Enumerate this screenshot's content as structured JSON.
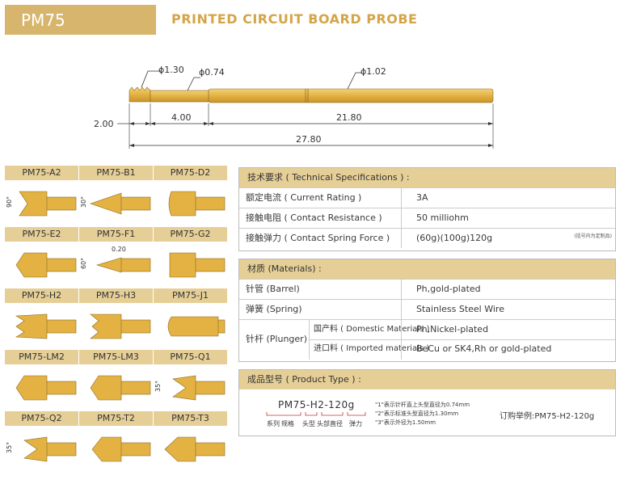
{
  "header": {
    "model": "PM75",
    "title": "PRINTED CIRCUIT BOARD  PROBE"
  },
  "dimensions": {
    "d1": "ϕ1.30",
    "d2": "ϕ0.74",
    "d3": "ϕ1.02",
    "l1": "2.00",
    "l2": "4.00",
    "l3": "21.80",
    "l4": "27.80"
  },
  "tips": [
    {
      "name": "PM75-A2",
      "angle": "90°"
    },
    {
      "name": "PM75-B1",
      "angle": "30°"
    },
    {
      "name": "PM75-D2"
    },
    {
      "name": "PM75-E2"
    },
    {
      "name": "PM75-F1",
      "angle": "60°",
      "note": "0.20"
    },
    {
      "name": "PM75-G2"
    },
    {
      "name": "PM75-H2"
    },
    {
      "name": "PM75-H3"
    },
    {
      "name": "PM75-J1"
    },
    {
      "name": "PM75-LM2"
    },
    {
      "name": "PM75-LM3"
    },
    {
      "name": "PM75-Q1",
      "angle": "35°"
    },
    {
      "name": "PM75-Q2",
      "angle": "35°"
    },
    {
      "name": "PM75-T2"
    },
    {
      "name": "PM75-T3"
    }
  ],
  "specs": {
    "heading": "技术要求 ( Technical Specifications ) :",
    "rows": [
      {
        "label": "额定电流 ( Current Rating )",
        "value": "3A"
      },
      {
        "label": "接触电阻 ( Contact Resistance )",
        "value": "50 milliohm"
      },
      {
        "label": "接触弹力 ( Contact Spring Force )",
        "value": "(60g)(100g)120g",
        "note": "(括号内为定制品)"
      }
    ]
  },
  "materials": {
    "heading": "材质 (Materials) :",
    "barrel_label": "针管 (Barrel)",
    "barrel_value": "Ph,gold-plated",
    "spring_label": "弹簧 (Spring)",
    "spring_value": "Stainless Steel Wire",
    "plunger_label": "针杆 (Plunger)",
    "domestic_label": "国产料 ( Domestic Materials )",
    "domestic_value": "Ph,Nickel-plated",
    "imported_label": "进口料 ( Imported materials )",
    "imported_value": "BeCu or SK4,Rh or gold-plated"
  },
  "product_type": {
    "heading": "成品型号 ( Product Type ) :",
    "example_code": "PM75-H2-120g",
    "parts": [
      "系列",
      "规格",
      "头型",
      "头部直径",
      "弹力"
    ],
    "notes": [
      "\"1\"表示针杆直上头型直径为0.74mm",
      "\"2\"表示标准头型直径为1.30mm",
      "\"3\"表示外径为1.50mm"
    ],
    "order_example": "订购举例:PM75-H2-120g"
  },
  "colors": {
    "gold": "#d8b56c",
    "gold_light": "#e6cf97",
    "title_text": "#d4a548",
    "probe": "#e3b243"
  }
}
